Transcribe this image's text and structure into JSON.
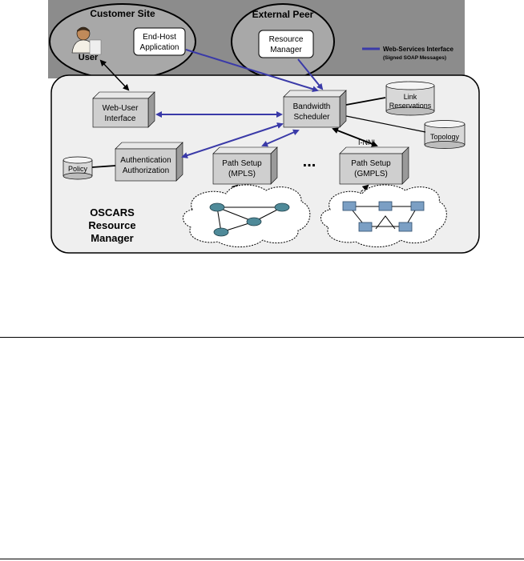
{
  "top_band": {
    "customer_site": "Customer Site",
    "external_peer": "External Peer",
    "user_label": "User",
    "end_host_line1": "End-Host",
    "end_host_line2": "Application",
    "resource_line1": "Resource",
    "resource_line2": "Manager",
    "legend_line1": "Web-Services Interface",
    "legend_line2": "(Signed SOAP Messages)"
  },
  "oscars": {
    "web_user_line1": "Web-User",
    "web_user_line2": "Interface",
    "bw_line1": "Bandwidth",
    "bw_line2": "Scheduler",
    "link_line1": "Link",
    "link_line2": "Reservations",
    "topology": "Topology",
    "policy": "Policy",
    "auth_line1": "Authentication",
    "auth_line2": "Authorization",
    "mpls_line1": "Path Setup",
    "mpls_line2": "(MPLS)",
    "gmpls_line1": "Path Setup",
    "gmpls_line2": "(GMPLS)",
    "inni": "I-NNI",
    "ellipsis": "...",
    "title_line1": "OSCARS",
    "title_line2": "Resource",
    "title_line3": "Manager"
  },
  "colors": {
    "ws_arrow": "#3a3aa8",
    "band": "#8c8c8c",
    "panel": "#efefef",
    "box_front": "#cfcfcf",
    "box_top": "#e8e8e8",
    "box_side": "#9a9a9a"
  }
}
